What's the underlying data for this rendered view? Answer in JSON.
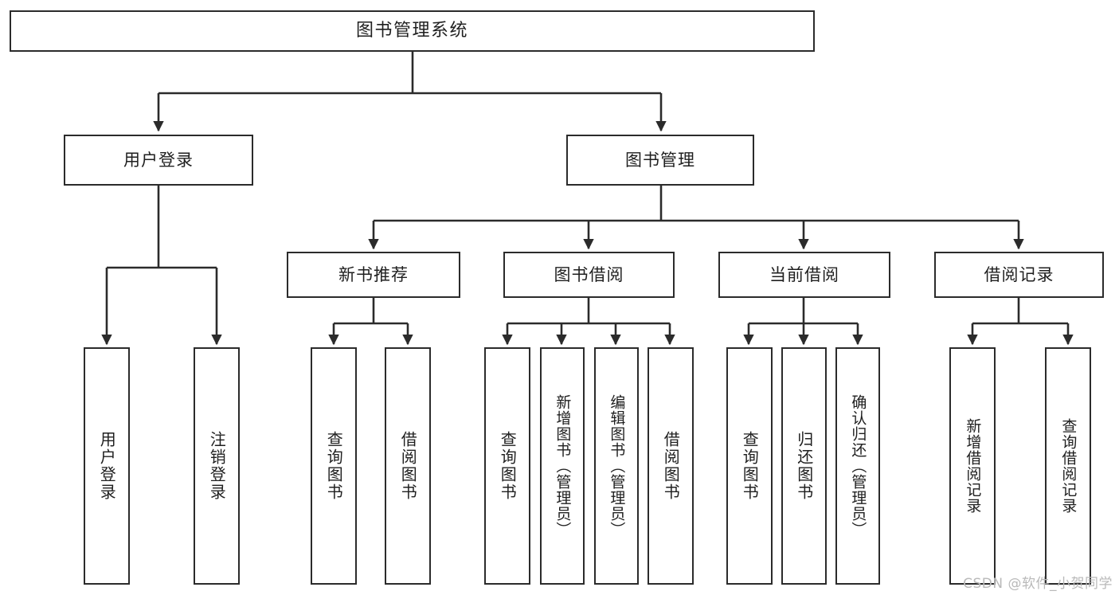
{
  "diagram": {
    "title": "图书管理系统",
    "type": "tree",
    "orientation": "top-down",
    "edge_color": "#2b2b2b",
    "box_border_color": "#2b2b2b",
    "box_fill_color": "#ffffff",
    "background_color": "#ffffff"
  },
  "root": {
    "label": "图书管理系统"
  },
  "level2": [
    {
      "id": "user-login",
      "label": "用户登录"
    },
    {
      "id": "book-manage",
      "label": "图书管理"
    }
  ],
  "level3": [
    {
      "id": "new-book-rec",
      "label": "新书推荐"
    },
    {
      "id": "book-borrow",
      "label": "图书借阅"
    },
    {
      "id": "current-borrow",
      "label": "当前借阅"
    },
    {
      "id": "borrow-record",
      "label": "借阅记录"
    }
  ],
  "leaves": [
    {
      "id": "leaf-user-login",
      "label": "用户登录",
      "parent": "user-login"
    },
    {
      "id": "leaf-user-logout",
      "label": "注销登录",
      "parent": "user-login"
    },
    {
      "id": "leaf-query-book-1",
      "label": "查询图书",
      "parent": "new-book-rec"
    },
    {
      "id": "leaf-borrow-book-1",
      "label": "借阅图书",
      "parent": "new-book-rec"
    },
    {
      "id": "leaf-query-book-2",
      "label": "查询图书",
      "parent": "book-borrow"
    },
    {
      "id": "leaf-add-book",
      "label": "新增图书（管理员）",
      "parent": "book-borrow"
    },
    {
      "id": "leaf-edit-book",
      "label": "编辑图书（管理员）",
      "parent": "book-borrow"
    },
    {
      "id": "leaf-borrow-book-2",
      "label": "借阅图书",
      "parent": "book-borrow"
    },
    {
      "id": "leaf-query-book-3",
      "label": "查询图书",
      "parent": "current-borrow"
    },
    {
      "id": "leaf-return-book",
      "label": "归还图书",
      "parent": "current-borrow"
    },
    {
      "id": "leaf-confirm-return",
      "label": "确认归还（管理员）",
      "parent": "current-borrow"
    },
    {
      "id": "leaf-add-record",
      "label": "新增借阅记录",
      "parent": "borrow-record"
    },
    {
      "id": "leaf-query-record",
      "label": "查询借阅记录",
      "parent": "borrow-record"
    }
  ],
  "watermark": {
    "text": "CSDN @软件_小贺同学"
  }
}
